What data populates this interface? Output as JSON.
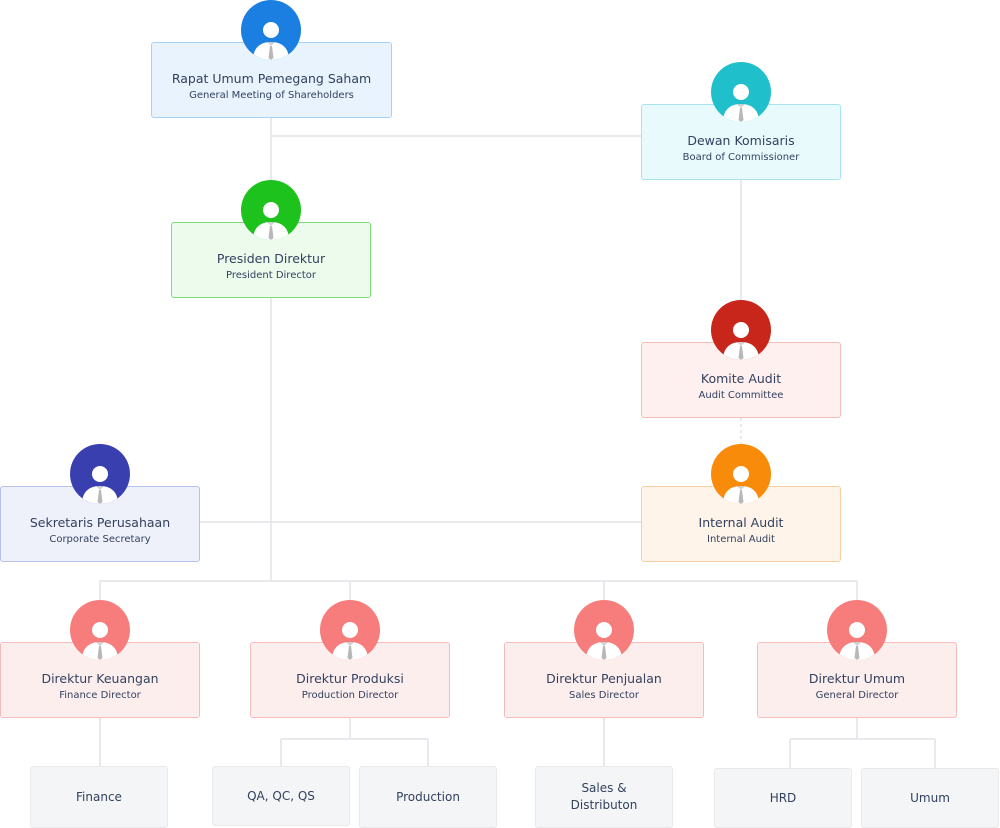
{
  "colors": {
    "shareholders": "#1a7fe0",
    "commissioner": "#1fc0cc",
    "president": "#1dc21d",
    "audit_committee": "#c8261b",
    "internal_audit": "#f88b0a",
    "secretary": "#3a3fb0",
    "directors": "#f77c7c",
    "connector": "#e1e4e8"
  },
  "nodes": {
    "shareholders": {
      "title": "Rapat Umum Pemegang Saham",
      "subtitle": "General Meeting of Shareholders",
      "icon": "person-icon"
    },
    "commissioner": {
      "title": "Dewan Komisaris",
      "subtitle": "Board of Commissioner",
      "icon": "person-icon"
    },
    "president": {
      "title": "Presiden Direktur",
      "subtitle": "President Director",
      "icon": "person-icon"
    },
    "audit_committee": {
      "title": "Komite Audit",
      "subtitle": "Audit Committee",
      "icon": "person-icon"
    },
    "internal_audit": {
      "title": "Internal Audit",
      "subtitle": "Internal Audit",
      "icon": "person-icon"
    },
    "secretary": {
      "title": "Sekretaris Perusahaan",
      "subtitle": "Corporate Secretary",
      "icon": "person-icon"
    },
    "finance_director": {
      "title": "Direktur Keuangan",
      "subtitle": "Finance Director",
      "icon": "person-icon"
    },
    "production_director": {
      "title": "Direktur Produksi",
      "subtitle": "Production Director",
      "icon": "person-icon"
    },
    "sales_director": {
      "title": "Direktur Penjualan",
      "subtitle": "Sales Director",
      "icon": "person-icon"
    },
    "general_director": {
      "title": "Direktur Umum",
      "subtitle": "General Director",
      "icon": "person-icon"
    }
  },
  "departments": {
    "finance": "Finance",
    "qa": "QA, QC, QS",
    "production": "Production",
    "sales_line1": "Sales &",
    "sales_line2": "Distributon",
    "hrd": "HRD",
    "umum": "Umum"
  }
}
